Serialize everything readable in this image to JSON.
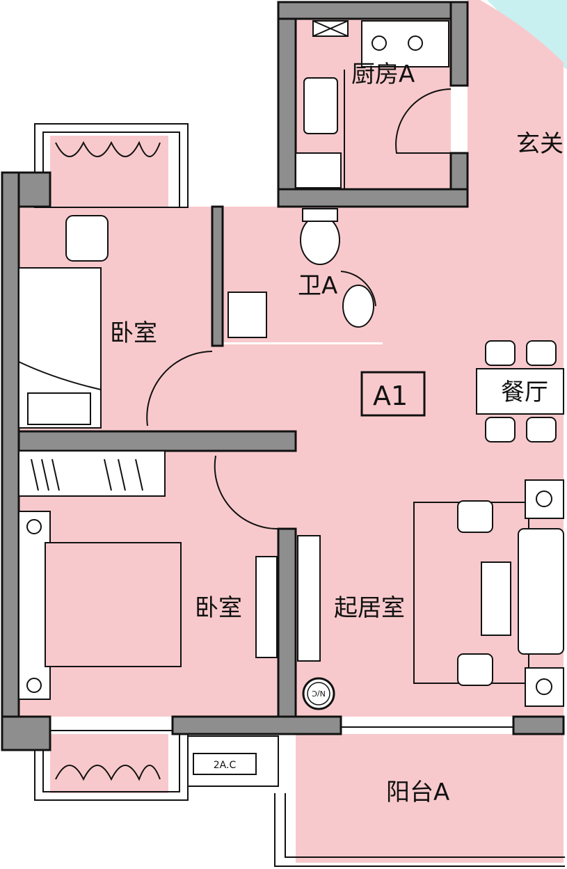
{
  "plan": {
    "unit_code": "A1",
    "rooms": {
      "kitchen": "厨房A",
      "entrance": "玄关",
      "bedroom_upper": "卧室",
      "bathroom": "卫A",
      "dining": "餐厅",
      "bedroom_lower": "卧室",
      "living": "起居室",
      "balcony": "阳台A"
    },
    "fixtures": {
      "ac_unit": "2A.C",
      "water_heater": "N/C"
    },
    "colors": {
      "floor": "#f8c9cc",
      "wall": "#8e8e8e",
      "sky": "#c8f0f0"
    }
  }
}
